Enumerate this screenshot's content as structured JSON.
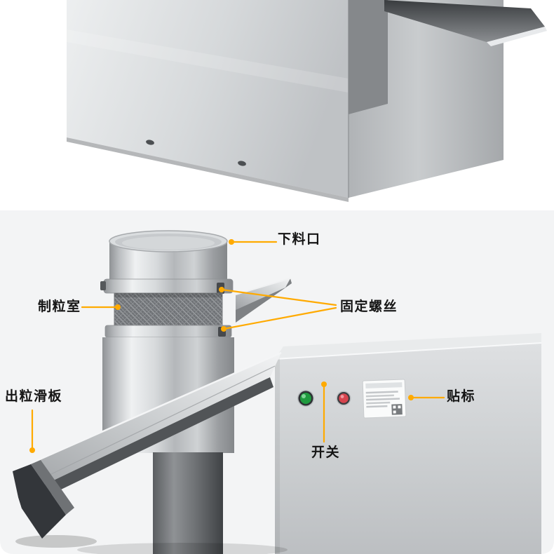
{
  "page": {
    "background": "#ffffff",
    "panel_background": "#f3f4f5"
  },
  "annotations": {
    "line_color": "#ffaa00",
    "text_color": "#151515"
  },
  "labels": {
    "discharge_port": "下料口",
    "fixing_screws": "固定螺丝",
    "granulation_chamber": "制粒室",
    "discharge_slide": "出粒滑板",
    "label_sticker": "贴标",
    "power_switch": "开关"
  },
  "machine": {
    "start_button_color": "#1f9a3e",
    "stop_button_color": "#d7444e",
    "body_metal_light": "#eff1f2",
    "body_metal_dark": "#84878a"
  }
}
